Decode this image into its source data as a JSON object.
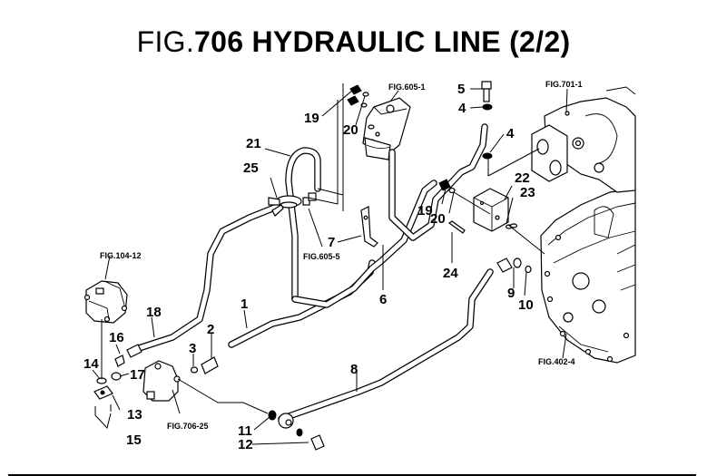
{
  "figure": {
    "title_prefix": "FIG.",
    "title_rest": "706 HYDRAULIC LINE (2/2)"
  },
  "part_labels": [
    {
      "id": "1",
      "text": "1"
    },
    {
      "id": "2",
      "text": "2"
    },
    {
      "id": "3",
      "text": "3"
    },
    {
      "id": "4a",
      "text": "4"
    },
    {
      "id": "4b",
      "text": "4"
    },
    {
      "id": "5",
      "text": "5"
    },
    {
      "id": "6",
      "text": "6"
    },
    {
      "id": "7",
      "text": "7"
    },
    {
      "id": "8",
      "text": "8"
    },
    {
      "id": "9",
      "text": "9"
    },
    {
      "id": "10",
      "text": "10"
    },
    {
      "id": "11",
      "text": "11"
    },
    {
      "id": "12",
      "text": "12"
    },
    {
      "id": "13",
      "text": "13"
    },
    {
      "id": "14",
      "text": "14"
    },
    {
      "id": "15",
      "text": "15"
    },
    {
      "id": "16",
      "text": "16"
    },
    {
      "id": "17",
      "text": "17"
    },
    {
      "id": "18",
      "text": "18"
    },
    {
      "id": "19a",
      "text": "19"
    },
    {
      "id": "19b",
      "text": "19"
    },
    {
      "id": "20a",
      "text": "20"
    },
    {
      "id": "20b",
      "text": "20"
    },
    {
      "id": "21",
      "text": "21"
    },
    {
      "id": "22",
      "text": "22"
    },
    {
      "id": "23",
      "text": "23"
    },
    {
      "id": "24",
      "text": "24"
    },
    {
      "id": "25",
      "text": "25"
    }
  ],
  "figure_refs": {
    "fig_605_1": "FIG.605-1",
    "fig_701_1": "FIG.701-1",
    "fig_605_5": "FIG.605-5",
    "fig_104_12": "FIG.104-12",
    "fig_402_4": "FIG.402-4",
    "fig_706_25": "FIG.706-25"
  }
}
